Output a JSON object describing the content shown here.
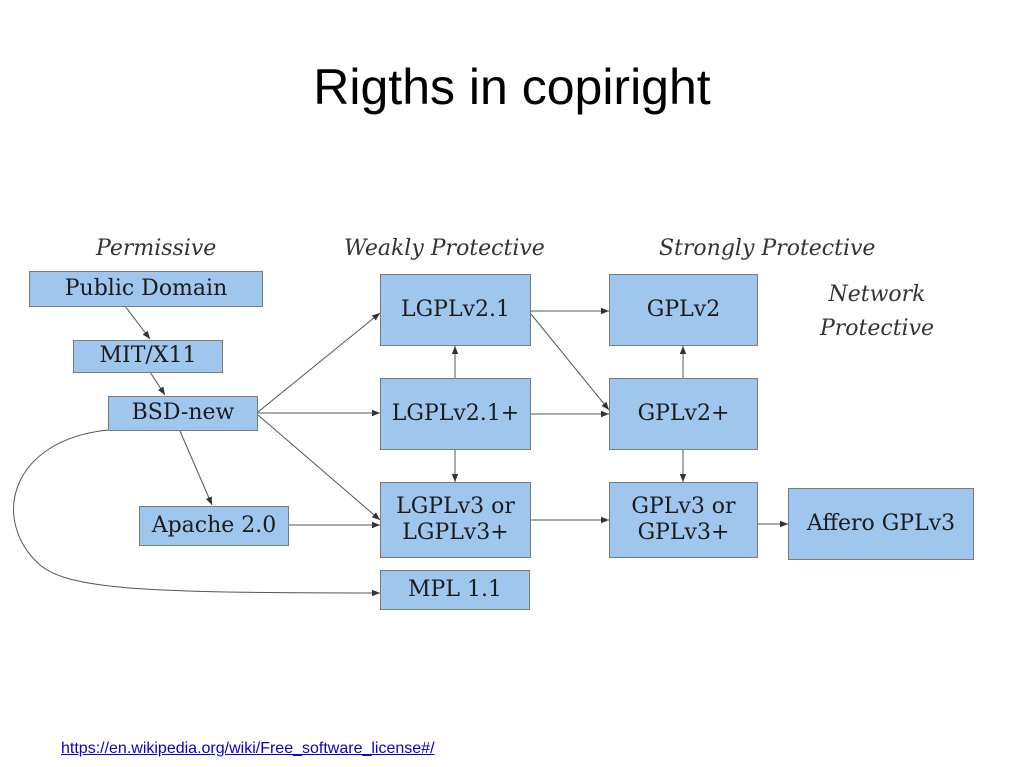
{
  "slide": {
    "title": "Rigths in copiright",
    "source_url": "https://en.wikipedia.org/wiki/Free_software_license#/"
  },
  "diagram": {
    "categories": {
      "permissive": "Permissive",
      "weakly_protective": "Weakly Protective",
      "strongly_protective": "Strongly Protective",
      "network_protective": "Network\nProtective"
    },
    "nodes": {
      "public_domain": "Public Domain",
      "mit_x11": "MIT/X11",
      "bsd_new": "BSD-new",
      "apache": "Apache 2.0",
      "lgplv21": "LGPLv2.1",
      "lgplv21_plus": "LGPLv2.1+",
      "lgplv3": "LGPLv3 or\nLGPLv3+",
      "mpl": "MPL 1.1",
      "gplv2": "GPLv2",
      "gplv2_plus": "GPLv2+",
      "gplv3": "GPLv3 or\nGPLv3+",
      "affero": "Affero GPLv3"
    },
    "colors": {
      "node_fill": "#9fc6ec",
      "node_border": "#7b7b7b",
      "edge": "#555555"
    }
  }
}
